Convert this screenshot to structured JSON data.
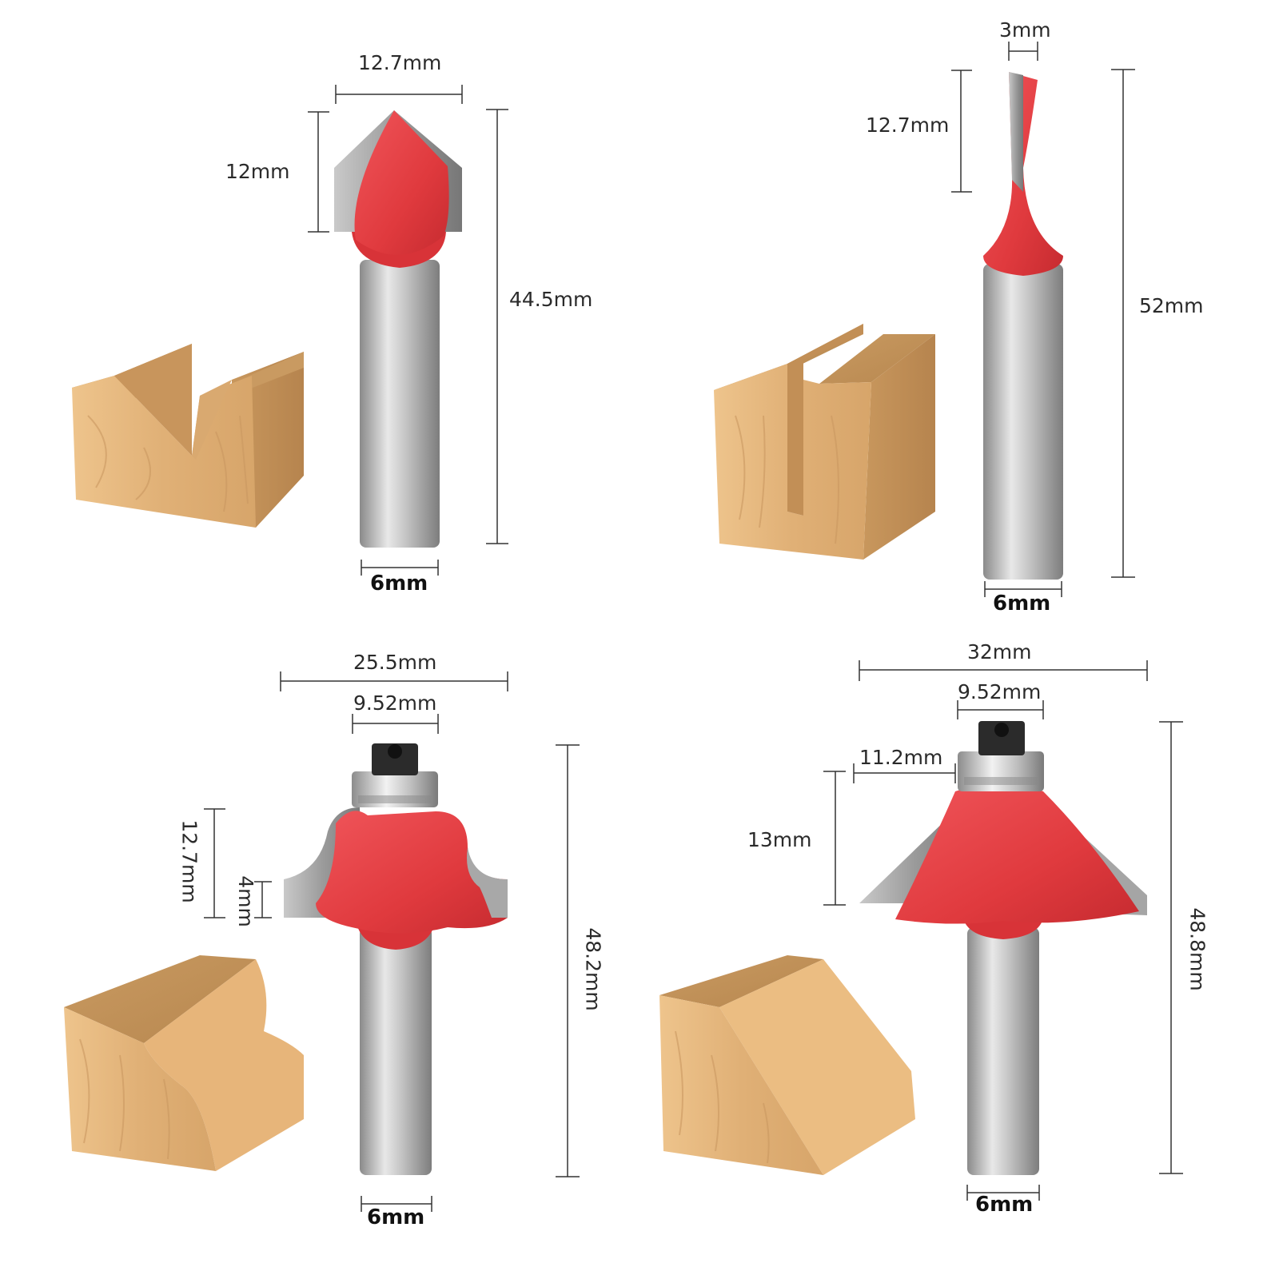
{
  "panels": {
    "v_groove": {
      "width": "12.7mm",
      "height": "12mm",
      "total_length": "44.5mm",
      "shank": "6mm"
    },
    "straight": {
      "width": "3mm",
      "height": "12.7mm",
      "total_length": "52mm",
      "shank": "6mm"
    },
    "roman_ogee": {
      "overall_width": "25.5mm",
      "bearing": "9.52mm",
      "height": "12.7mm",
      "step": "4mm",
      "total_length": "48.2mm",
      "shank": "6mm"
    },
    "chamfer": {
      "overall_width": "32mm",
      "bearing": "9.52mm",
      "cut_width": "11.2mm",
      "height": "13mm",
      "total_length": "48.8mm",
      "shank": "6mm"
    }
  },
  "colors": {
    "cutter_red": "#e03a3e",
    "carbide_gray": "#9a9a9a",
    "shank_gray": "#a8a8a8",
    "wood_light": "#e9be85",
    "wood_mid": "#d9a76c",
    "wood_dark": "#b98a55"
  }
}
